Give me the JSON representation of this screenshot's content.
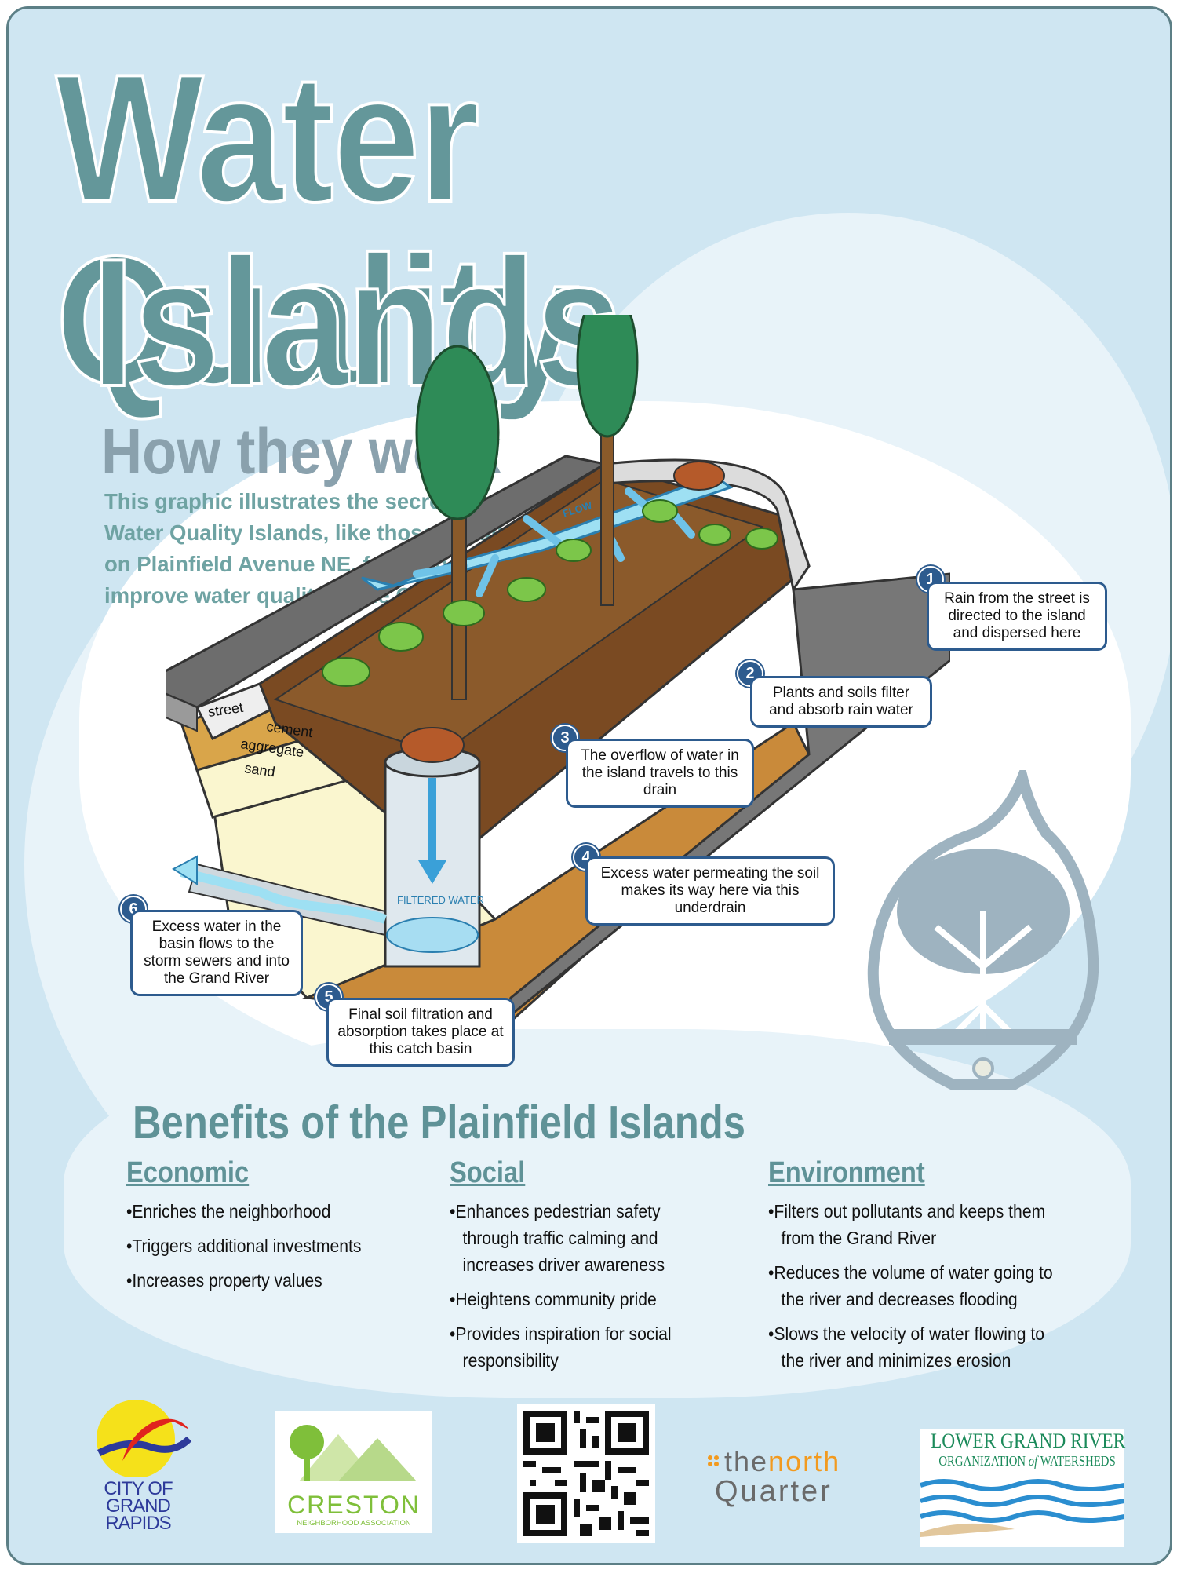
{
  "title": {
    "line1": "Water Quality",
    "line2": "Islands"
  },
  "how": {
    "heading": "How they work",
    "intro": "This graphic illustrates the secret to how Water Quality Islands, like those installed on Plainfield Avenue NE, function to improve water quality in the Grand River"
  },
  "diagram": {
    "layers": {
      "street": "street",
      "cement": "cement",
      "aggregate": "aggregate",
      "sand": "sand"
    },
    "flow_label": "FLOW",
    "filtered_label": "FILTERED WATER",
    "steps": [
      {
        "num": "1",
        "text": "Rain from the street is directed to the island and dispersed here"
      },
      {
        "num": "2",
        "text": "Plants and soils filter and absorb rain water"
      },
      {
        "num": "3",
        "text": "The overflow of water in the island travels to this drain"
      },
      {
        "num": "4",
        "text": "Excess water permeating the soil makes its way here via this underdrain"
      },
      {
        "num": "5",
        "text": "Final soil filtration and absorption takes place at this catch basin"
      },
      {
        "num": "6",
        "text": "Excess water in the basin flows to the storm sewers and into the Grand River"
      }
    ]
  },
  "benefits": {
    "heading": "Benefits of the Plainfield Islands",
    "columns": [
      {
        "title": "Economic",
        "items": [
          "Enriches the neighborhood",
          "Triggers additional investments",
          "Increases property values"
        ]
      },
      {
        "title": "Social",
        "items": [
          "Enhances pedestrian safety through traffic calming and increases driver awareness",
          "Heightens community pride",
          "Provides inspiration for social responsibility"
        ]
      },
      {
        "title": "Environment",
        "items": [
          "Filters out pollutants and keeps them from the Grand River",
          "Reduces the volume of water going to the river and decreases flooding",
          "Slows the velocity of water flowing to the river and minimizes erosion"
        ]
      }
    ]
  },
  "logos": {
    "grand_rapids": {
      "line1": "CITY OF",
      "line2": "GRAND",
      "line3": "RAPIDS"
    },
    "creston": {
      "name": "CRESTON",
      "sub": "NEIGHBORHOOD ASSOCIATION"
    },
    "north_quarter": {
      "the": "the",
      "north": "north",
      "quarter": "Quarter"
    },
    "lgrow": {
      "line1": "LOWER GRAND RIVER",
      "line2_a": "ORGANIZATION",
      "line2_of": "of",
      "line2_b": "WATERSHEDS"
    }
  },
  "colors": {
    "title": "#64979a",
    "heading_grey": "#8aa1ad",
    "callout_border": "#2d5b8e",
    "background": "#cfe6f2"
  }
}
